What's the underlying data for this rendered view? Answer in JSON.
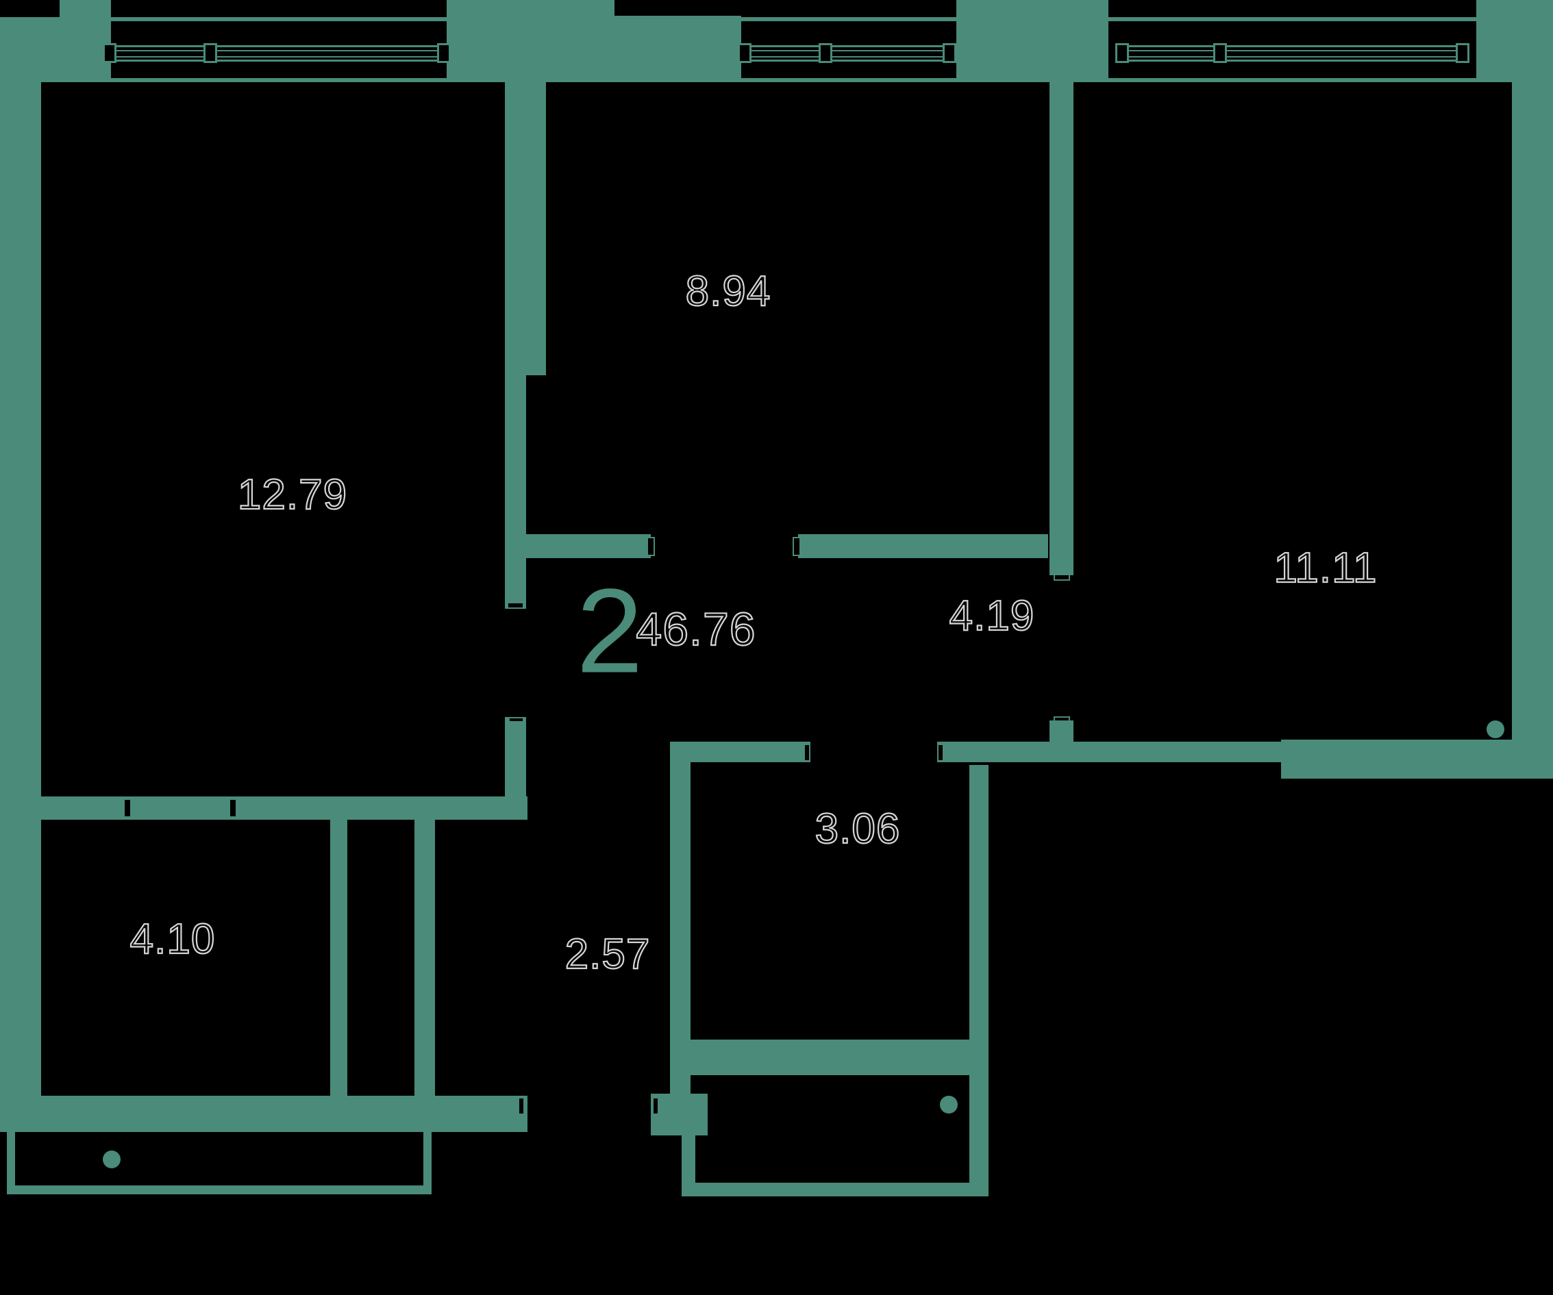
{
  "plan": {
    "unit_badge": {
      "rooms": "2",
      "area": "46.76"
    },
    "rooms": [
      {
        "name": "room-12-79",
        "area": "12.79"
      },
      {
        "name": "room-8-94",
        "area": "8.94"
      },
      {
        "name": "room-11-11",
        "area": "11.11"
      },
      {
        "name": "room-4-19",
        "area": "4.19"
      },
      {
        "name": "room-3-06",
        "area": "3.06"
      },
      {
        "name": "room-4-10",
        "area": "4.10"
      },
      {
        "name": "room-2-57",
        "area": "2.57"
      }
    ],
    "colors": {
      "wall_accent": "#4a8b79",
      "background": "#000000",
      "label_outline": "#d6d6d6",
      "label_fill": "#000000"
    }
  }
}
